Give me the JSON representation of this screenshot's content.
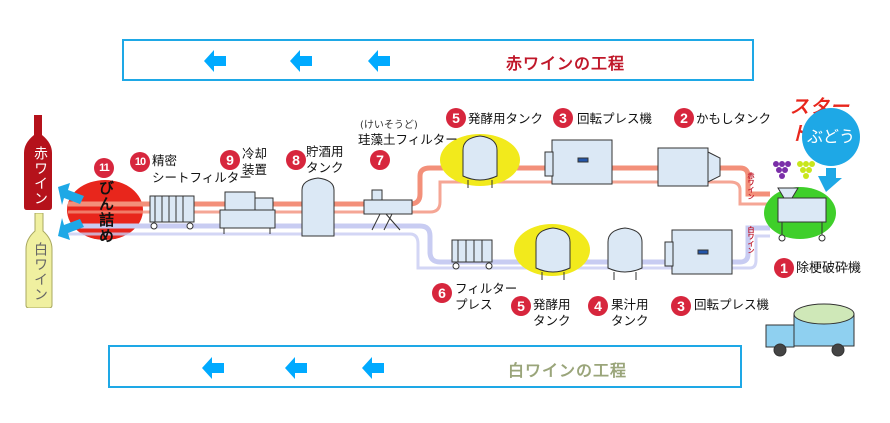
{
  "red_banner": {
    "title": "赤ワインの工程",
    "title_color": "#c0182a",
    "arrow_color": "#00aaff",
    "arrow_icons": [
      "left-arrow-icon",
      "left-arrow-icon",
      "left-arrow-icon"
    ]
  },
  "white_banner": {
    "title": "白ワインの工程",
    "title_color": "#9aa57a",
    "arrow_color": "#00aaff",
    "arrow_icons": [
      "left-arrow-icon",
      "left-arrow-icon",
      "left-arrow-icon"
    ]
  },
  "start": {
    "label": "スタート",
    "exclaim": "!!",
    "grape_label": "ぶどう"
  },
  "bottles": {
    "red": "赤ワイン",
    "white": "白ワイン",
    "red_color": "#b5121b",
    "white_color": "#f0f0a0"
  },
  "bottling": {
    "num": "11",
    "label": "びん詰め"
  },
  "red_steps": [
    {
      "num": "10",
      "label_line1": "精密",
      "label_line2": "シートフィルター"
    },
    {
      "num": "9",
      "label_line1": "冷却",
      "label_line2": "装置"
    },
    {
      "num": "8",
      "label_line1": "貯酒用",
      "label_line2": "タンク"
    },
    {
      "num": "7",
      "reading": "(けいそうど)",
      "label_line1": "珪藻土フィルター"
    },
    {
      "num": "5",
      "label_line1": "発酵用タンク"
    },
    {
      "num": "3",
      "label_line1": "回転プレス機"
    },
    {
      "num": "2",
      "label_line1": "かもしタンク"
    }
  ],
  "white_steps": [
    {
      "num": "6",
      "label_line1": "フィルター",
      "label_line2": "プレス"
    },
    {
      "num": "5",
      "label_line1": "発酵用",
      "label_line2": "タンク"
    },
    {
      "num": "4",
      "label_line1": "果汁用",
      "label_line2": "タンク"
    },
    {
      "num": "3",
      "label_line1": "回転プレス機"
    }
  ],
  "crusher": {
    "num": "1",
    "label": "除梗破砕機"
  },
  "pipe_labels": {
    "red": "赤ワイン",
    "white": "白ワイン"
  },
  "colors": {
    "red_pipe": "#f3907a",
    "white_pipe": "#c8ccf2",
    "badge": "#d7263d",
    "highlight_yellow": "#f2ea1c",
    "crusher_green": "#3fcf2a"
  }
}
